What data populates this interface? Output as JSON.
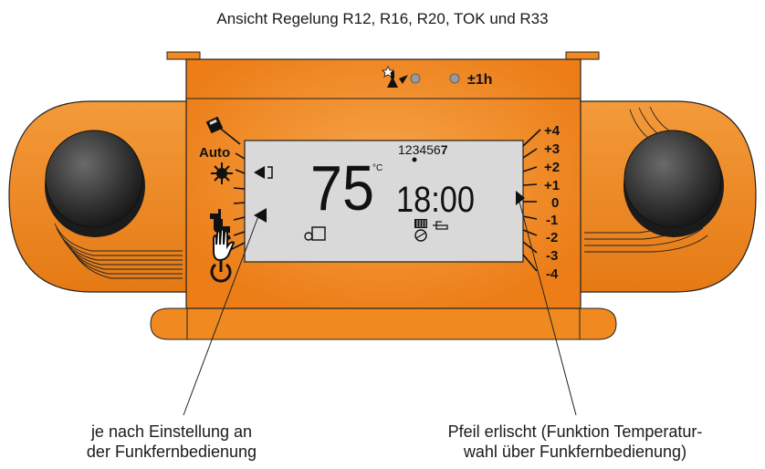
{
  "title": "Ansicht Regelung R12, R16, R20, TOK und R33",
  "top_indicator": {
    "label": "±1h"
  },
  "left_scale": {
    "auto_label": "Auto"
  },
  "right_scale": {
    "labels": [
      "+4",
      "+3",
      "+2",
      "+1",
      "0",
      "-1",
      "-2",
      "-3",
      "-4"
    ]
  },
  "display": {
    "days": "123456",
    "day_active": "7",
    "temperature": "75",
    "temperature_unit": "°C",
    "time": "18:00"
  },
  "captions": {
    "left_line1": "je nach Einstellung an",
    "left_line2": "der Funkfernbedienung",
    "right_line1": "Pfeil erlischt (Funktion Temperatur-",
    "right_line2": "wahl über Funkfernbedienung)"
  },
  "colors": {
    "housing": "#f28a1e",
    "housing_dark": "#e07010",
    "lcd": "#d9d9d9",
    "knob": "#3a3a3a"
  }
}
